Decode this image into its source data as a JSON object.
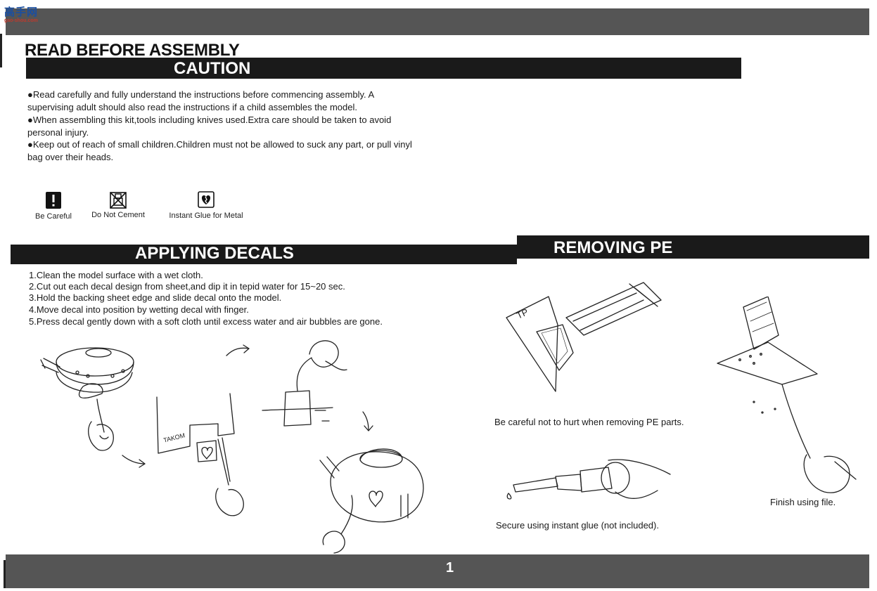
{
  "logo": {
    "cn": "高手网",
    "url": "gao-shou.com"
  },
  "header": {
    "title": "READ BEFORE ASSEMBLY",
    "caution": "CAUTION"
  },
  "caution_text": [
    "●Read carefully and fully understand the instructions before commencing assembly. A supervising adult should also read the instructions if a child assembles the model.",
    "●When assembling this kit,tools including knives used.Extra care should be taken to avoid personal injury.",
    "●Keep out of reach of small children.Children must not be allowed to suck any part, or pull vinyl bag over their heads."
  ],
  "icons": [
    {
      "name": "warning-icon",
      "label": "Be Careful"
    },
    {
      "name": "no-cement-icon",
      "label": "Do Not Cement"
    },
    {
      "name": "instant-glue-icon",
      "label": "Instant Glue for Metal"
    }
  ],
  "decals": {
    "title": "APPLYING DECALS",
    "steps": [
      "1.Clean the model surface with a wet cloth.",
      "2.Cut out each decal design from sheet,and dip it in tepid water for 15~20 sec.",
      "3.Hold the backing sheet edge and slide decal onto the model.",
      "4.Move decal into position by wetting decal with finger.",
      "5.Press decal gently down with a soft cloth until excess water and air bubbles are gone."
    ],
    "sheet_label": "TAKOM"
  },
  "pe": {
    "title": "REMOVING PE",
    "caption_careful": "Be careful not to hurt when removing PE parts.",
    "caption_glue": "Secure using instant glue (not included).",
    "caption_file": "Finish using file.",
    "fret_label": "TP"
  },
  "page_number": "1"
}
